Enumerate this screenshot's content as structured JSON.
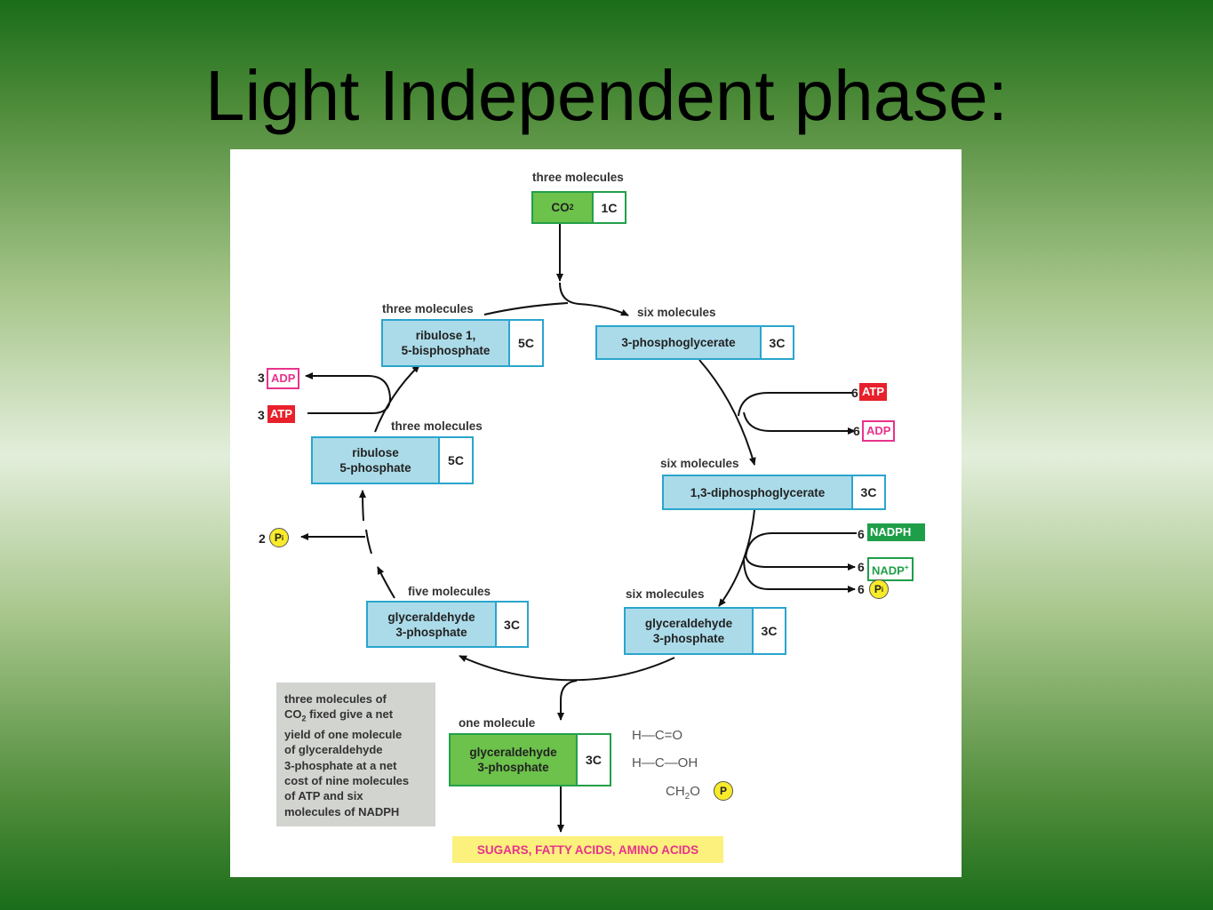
{
  "slide": {
    "title": "Light Independent phase:"
  },
  "diagram": {
    "co2": {
      "label": "three molecules",
      "name": "CO",
      "name_sub": "2",
      "carbons": "1C"
    },
    "pga": {
      "label": "six molecules",
      "name": "3-phosphoglycerate",
      "carbons": "3C"
    },
    "dpg": {
      "label": "six molecules",
      "name": "1,3-diphosphoglycerate",
      "carbons": "3C"
    },
    "g3p_right": {
      "label": "six molecules",
      "line1": "glyceraldehyde",
      "line2": "3-phosphate",
      "carbons": "3C"
    },
    "g3p_left": {
      "label": "five molecules",
      "line1": "glyceraldehyde",
      "line2": "3-phosphate",
      "carbons": "3C"
    },
    "r5p": {
      "label": "three molecules",
      "line1": "ribulose",
      "line2": "5-phosphate",
      "carbons": "5C"
    },
    "rubp": {
      "label": "three molecules",
      "line1": "ribulose 1,",
      "line2": "5-bisphosphate",
      "carbons": "5C"
    },
    "g3p_out": {
      "label": "one molecule",
      "line1": "glyceraldehyde",
      "line2": "3-phosphate",
      "carbons": "3C"
    },
    "right_inputs": {
      "atp_count": "6",
      "atp": "ATP",
      "adp_count": "6",
      "adp": "ADP",
      "nadph_count": "6",
      "nadph": "NADPH",
      "nadp_count": "6",
      "nadp": "NADP",
      "nadp_sup": "+",
      "pi_count": "6",
      "pi": "P",
      "pi_sub": "i"
    },
    "left_inputs": {
      "adp_count": "3",
      "adp": "ADP",
      "atp_count": "3",
      "atp": "ATP",
      "pi_count": "2",
      "pi": "P",
      "pi_sub": "i"
    },
    "note": {
      "line1": "three molecules of",
      "line2_a": "CO",
      "line2_sub": "2",
      "line2_b": " fixed give a net",
      "line3": "yield of one molecule",
      "line4": "of glyceraldehyde",
      "line5": "3-phosphate at a net",
      "line6": "cost of nine molecules",
      "line7": "of ATP and six",
      "line8": "molecules of NADPH"
    },
    "products": "SUGARS, FATTY ACIDS, AMINO ACIDS",
    "formula": {
      "row1": "H—C=O",
      "row2": "H—C—OH",
      "row3_a": "CH",
      "row3_sub": "2",
      "row3_b": "O",
      "phosphate": "P"
    }
  }
}
